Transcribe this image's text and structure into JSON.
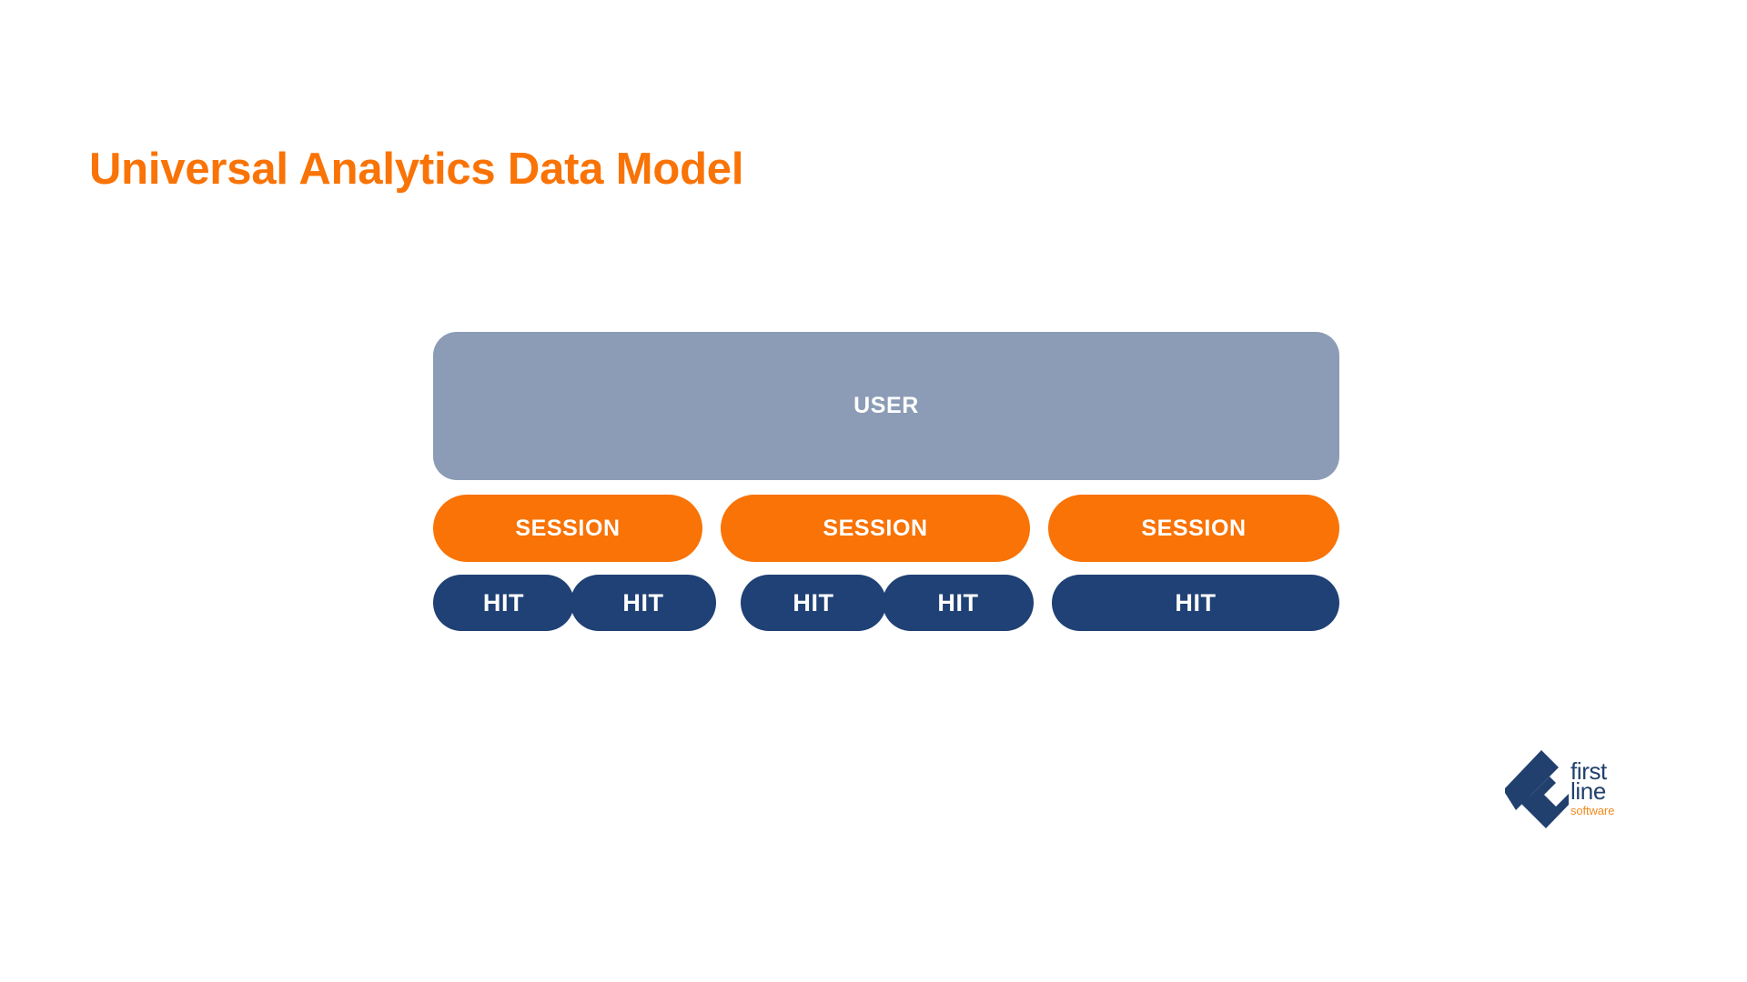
{
  "slide": {
    "title": "Universal Analytics Data Model",
    "background": "#FFFFFF"
  },
  "colors": {
    "title_orange": "#F97306",
    "session_orange": "#F97306",
    "hit_blue": "#1F4175",
    "user_gray_blue": "#8C9CB6",
    "pill_text": "#FFFFFF",
    "logo_blue": "#22406E",
    "logo_orange": "#F08A1E"
  },
  "diagram": {
    "name": "universal-analytics-data-model",
    "user": {
      "label": "USER"
    },
    "sessions": [
      {
        "label": "SESSION"
      },
      {
        "label": "SESSION"
      },
      {
        "label": "SESSION"
      }
    ],
    "hit_groups": [
      {
        "hits": [
          {
            "label": "HIT"
          },
          {
            "label": "HIT"
          }
        ]
      },
      {
        "hits": [
          {
            "label": "HIT"
          },
          {
            "label": "HIT"
          }
        ]
      },
      {
        "hits": [
          {
            "label": "HIT"
          }
        ]
      }
    ]
  },
  "logo": {
    "mark": "firstline-chevron-logo",
    "line1": "first",
    "line2": "line",
    "line3": "software"
  }
}
